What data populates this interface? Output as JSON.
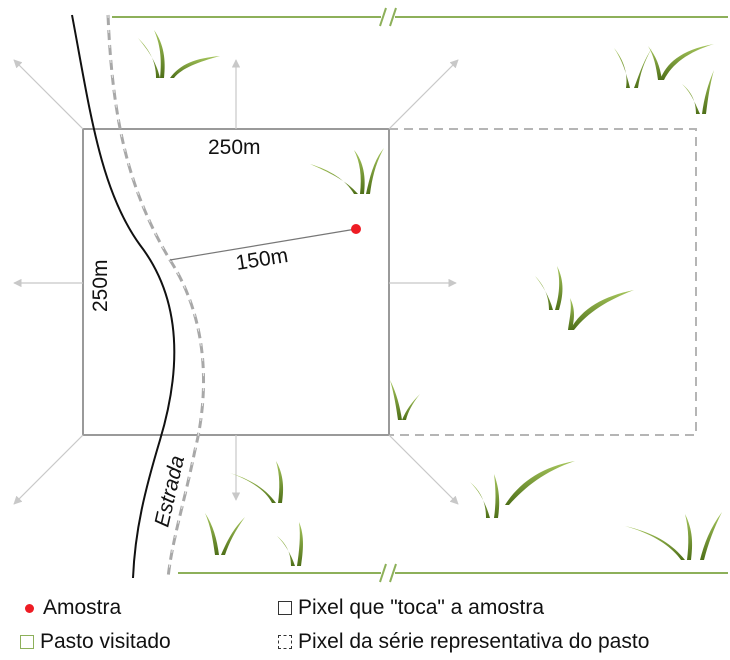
{
  "labels": {
    "dimension_top": "250m",
    "dimension_left": "250m",
    "distance": "150m",
    "road": "Estrada"
  },
  "legend": {
    "sample": "Amostra",
    "pasture_visited": "Pasto visitado",
    "pixel_touches": "Pixel que \"toca\" a amostra",
    "pixel_series": "Pixel da série representativa do pasto"
  },
  "colors": {
    "pasture_border": "#8db05a",
    "sample_dot": "#ee1c24",
    "pixel_border": "#9a9a9a",
    "dashed_pixel": "#b5b5b5",
    "arrows": "#c8c8c8",
    "grass_dark": "#4e6f18",
    "grass_light": "#a6c65c"
  }
}
